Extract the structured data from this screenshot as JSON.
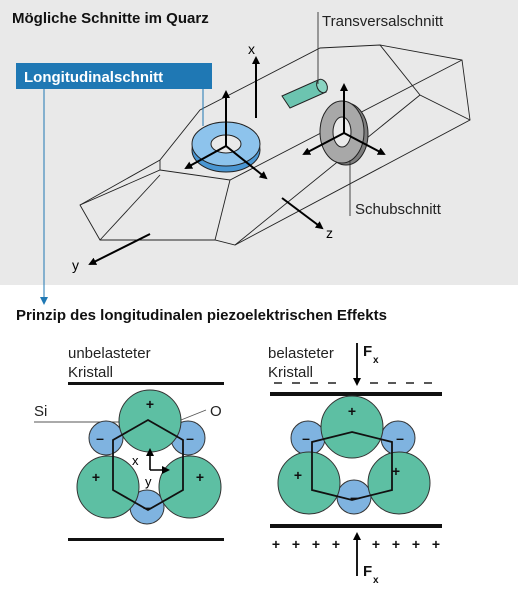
{
  "top_panel": {
    "title": "Mögliche Schnitte im Quarz",
    "badge": "Longitudinalschnitt",
    "labels": {
      "transversal": "Transversalschnitt",
      "schub": "Schubschnitt"
    },
    "axes": {
      "x": "x",
      "y": "y",
      "z": "z"
    }
  },
  "bottom_panel": {
    "title": "Prinzip des longitudinalen piezoelektrischen Effekts",
    "left": {
      "caption_line1": "unbelasteter",
      "caption_line2": "Kristall",
      "si_label": "Si",
      "o_label": "O",
      "axis_x": "x",
      "axis_y": "y"
    },
    "right": {
      "caption_line1": "belasteter",
      "caption_line2": "Kristall",
      "force_top": "F",
      "force_top_sub": "x",
      "force_bottom": "F",
      "force_bottom_sub": "x"
    },
    "signs": {
      "plus": "+",
      "minus": "–"
    }
  },
  "colors": {
    "panel_bg": "#e9e9e9",
    "accent_blue": "#1f78b4",
    "ring_blue": "#6aaee0",
    "si_green": "#5dbfa3",
    "o_blue": "#7fb3e0",
    "ring_grey": "#9a9a9a"
  }
}
